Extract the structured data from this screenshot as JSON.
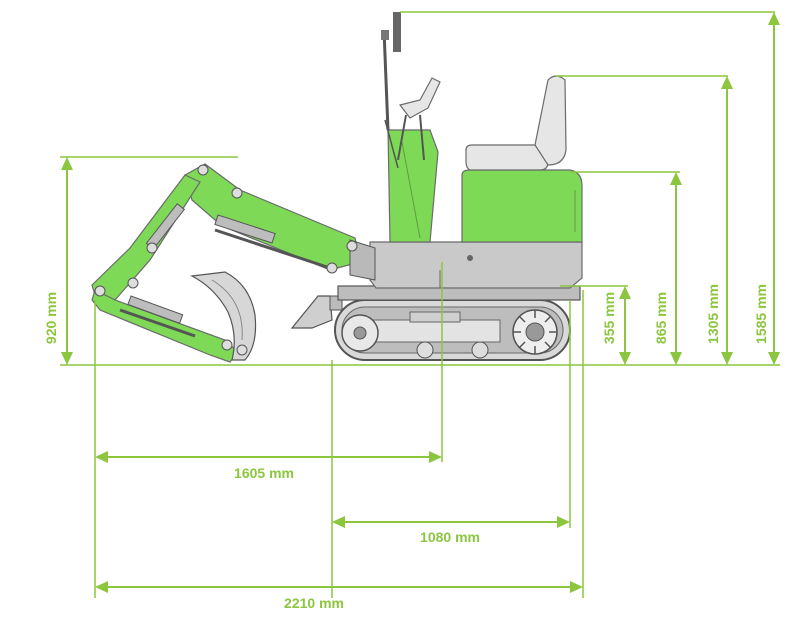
{
  "colors": {
    "dimension": "#8cc63f",
    "machine_body": "#7ed957",
    "machine_metal": "#c9c9c9",
    "background": "#ffffff"
  },
  "dimensions": {
    "arm_reach_height": "920 mm",
    "blade_height": "355 mm",
    "body_height": "865 mm",
    "seat_height": "1305 mm",
    "total_height": "1585 mm",
    "arm_reach_length": "1605 mm",
    "track_length": "1080 mm",
    "total_length": "2210 mm"
  }
}
